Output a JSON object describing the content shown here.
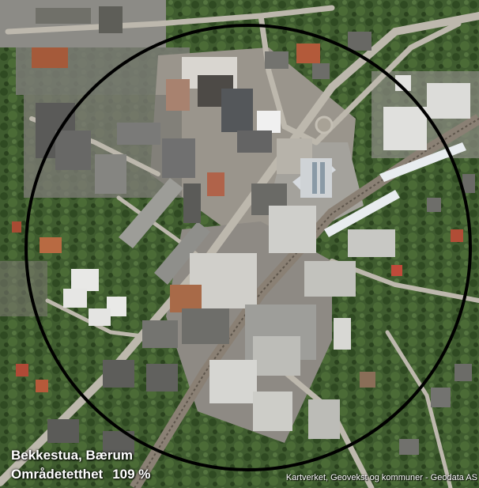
{
  "map": {
    "place_name": "Bekkestua, Bærum",
    "density_label": "Områdetetthet",
    "density_value": "109 %",
    "attribution": "Kartverket, Geovekst og kommuner - Geodata AS",
    "circle_color": "#000000"
  }
}
